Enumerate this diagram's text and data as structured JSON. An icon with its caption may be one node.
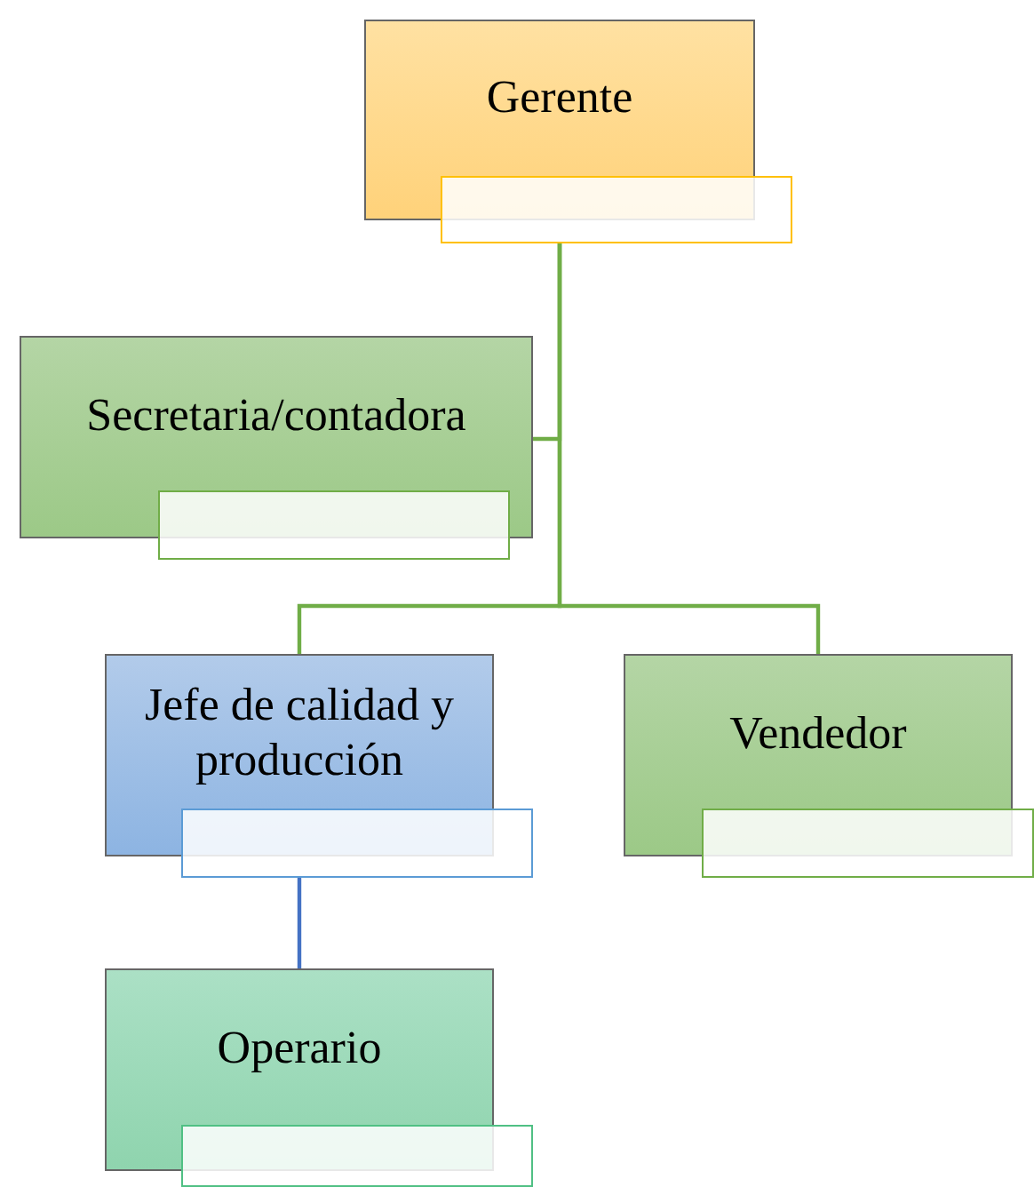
{
  "diagram": {
    "nodes": [
      {
        "text": [
          "Gerente"
        ]
      },
      {
        "text": [],
        "shape": "box"
      },
      {
        "text": [
          "Secretaria/contadora"
        ]
      },
      {
        "text": [],
        "shape": "box"
      },
      {
        "text": [
          "Jefe de calidad y producción"
        ]
      },
      {
        "text": [],
        "shape": "box"
      },
      {
        "text": [
          "Vendedor"
        ]
      },
      {
        "text": [],
        "shape": "box"
      },
      {
        "text": [
          "Operario"
        ]
      },
      {
        "text": [],
        "shape": "box"
      }
    ],
    "edges": [
      {
        "from": 1,
        "to": 2,
        "arrow": "none"
      },
      {
        "from": 1,
        "to": 4,
        "arrow": "none"
      },
      {
        "from": 1,
        "to": 6,
        "arrow": "none"
      },
      {
        "from": 5,
        "to": 8,
        "arrow": "none",
        "color": "#4472c4"
      }
    ]
  }
}
